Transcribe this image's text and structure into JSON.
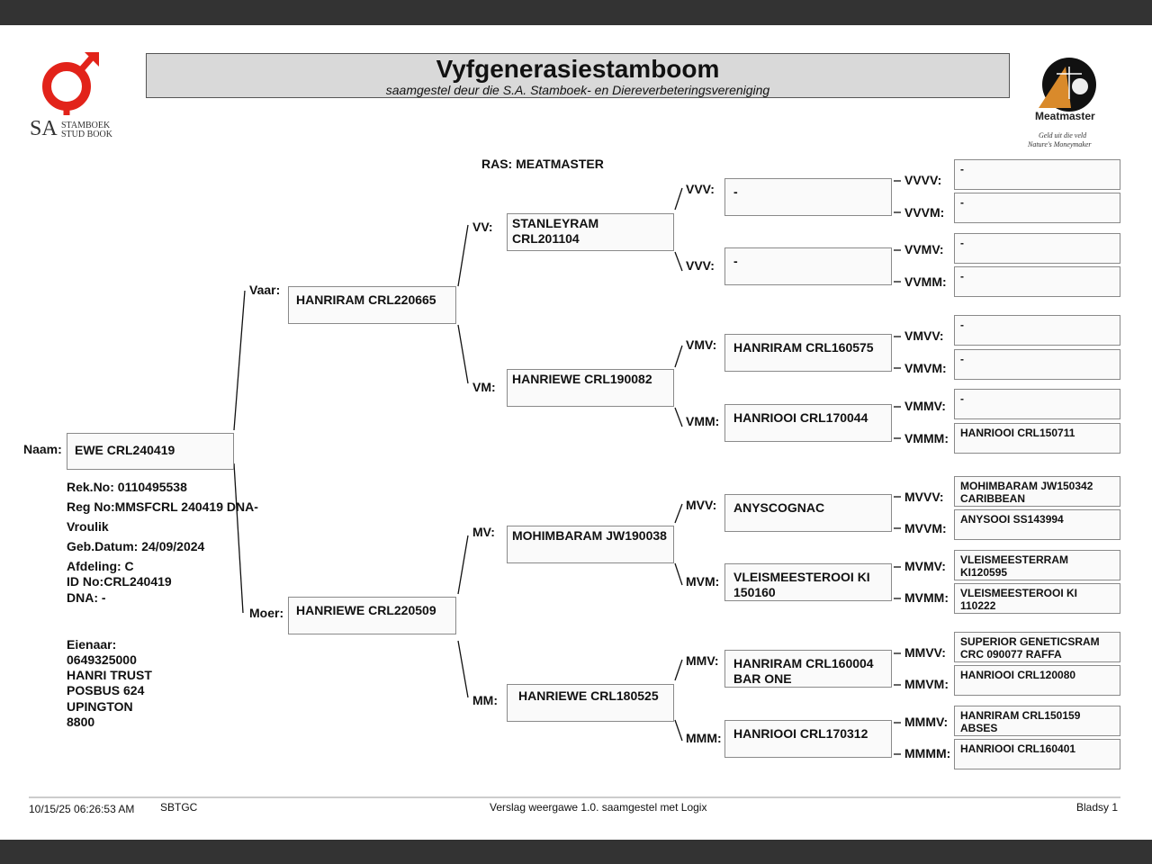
{
  "header": {
    "title": "Vyfgenerasiestamboom",
    "subtitle": "saamgestel deur die S.A. Stamboek- en Diereverbeteringsvereniging",
    "logo_left_sa": "SA",
    "logo_left_line1": "STAMBOEK",
    "logo_left_line2": "STUD BOOK",
    "logo_right_name": "Meatmaster",
    "logo_right_slogan1": "Geld uit die veld",
    "logo_right_slogan2": "Nature's Moneymaker",
    "brand_red": "#e2231a"
  },
  "breed": "RAS: MEATMASTER",
  "animal": {
    "name_label": "Naam:",
    "name": "EWE CRL240419",
    "rek_no": "Rek.No: 0110495538",
    "reg_no": "Reg No:MMSFCRL 240419 DNA-",
    "sex": "Vroulik",
    "birth_date": "Geb.Datum: 24/09/2024",
    "afdeling": "Afdeling: C",
    "id_no": "ID No:CRL240419",
    "dna": "DNA: -"
  },
  "owner": {
    "label": "Eienaar:",
    "number": "0649325000",
    "name": "HANRI TRUST",
    "address1": "POSBUS 624",
    "town": "UPINGTON",
    "code": "8800"
  },
  "gen1": {
    "sire_label": "Vaar:",
    "sire": "HANRIRAM CRL220665",
    "dam_label": "Moer:",
    "dam": "HANRIEWE CRL220509"
  },
  "gen2": {
    "vv_label": "VV:",
    "vv": "STANLEYRAM CRL201104",
    "vm_label": "VM:",
    "vm": "HANRIEWE CRL190082",
    "mv_label": "MV:",
    "mv": "MOHIMBARAM JW190038",
    "mm_label": "MM:",
    "mm": "HANRIEWE CRL180525"
  },
  "gen3": {
    "vvv_label": "VVV:",
    "vvv": "-",
    "vvm_label": "VVV:",
    "vvm": "-",
    "vmv_label": "VMV:",
    "vmv": "HANRIRAM CRL160575",
    "vmm_label": "VMM:",
    "vmm": "HANRIOOI CRL170044",
    "mvv_label": "MVV:",
    "mvv": "ANYSCOGNAC",
    "mvm_label": "MVM:",
    "mvm": "VLEISMEESTEROOI KI 150160",
    "mmv_label": "MMV:",
    "mmv": "HANRIRAM CRL160004 BAR ONE",
    "mmm_label": "MMM:",
    "mmm": "HANRIOOI CRL170312"
  },
  "gen4": {
    "vvvv_label": "VVVV:",
    "vvvv": "-",
    "vvvm_label": "VVVM:",
    "vvvm": "-",
    "vvmv_label": "VVMV:",
    "vvmv": "-",
    "vvmm_label": "VVMM:",
    "vvmm": "-",
    "vmvv_label": "VMVV:",
    "vmvv": "-",
    "vmvm_label": "VMVM:",
    "vmvm": "-",
    "vmmv_label": "VMMV:",
    "vmmv": "-",
    "vmmm_label": "VMMM:",
    "vmmm": "HANRIOOI CRL150711",
    "mvvv_label": "MVVV:",
    "mvvv": "MOHIMBARAM JW150342 CARIBBEAN",
    "mvvm_label": "MVVM:",
    "mvvm": "ANYSOOI SS143994",
    "mvmv_label": "MVMV:",
    "mvmv": "VLEISMEESTERRAM KI120595",
    "mvmm_label": "MVMM:",
    "mvmm": "VLEISMEESTEROOI KI 110222",
    "mmvv_label": "MMVV:",
    "mmvv": "SUPERIOR GENETICSRAM CRC 090077 RAFFA",
    "mmvm_label": "MMVM:",
    "mmvm": "HANRIOOI CRL120080",
    "mmmv_label": "MMMV:",
    "mmmv": "HANRIRAM CRL150159 ABSES",
    "mmmm_label": "MMMM:",
    "mmmm": "HANRIOOI CRL160401"
  },
  "footer": {
    "timestamp": "10/15/25 06:26:53 AM",
    "code": "SBTGC",
    "report": "Verslag weergawe 1.0. saamgestel met Logix",
    "page": "Bladsy 1"
  }
}
